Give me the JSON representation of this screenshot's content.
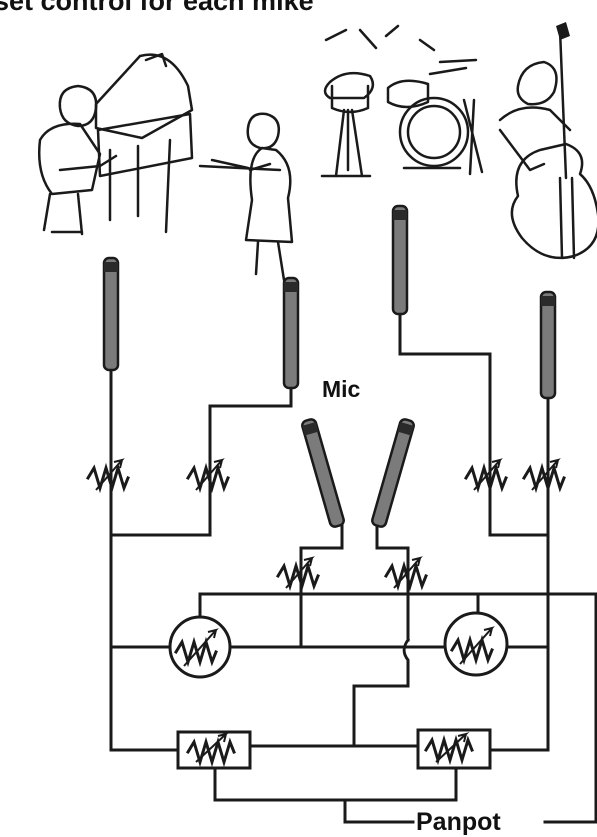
{
  "caption": "set control for each mike",
  "labels": {
    "mic": "Mic",
    "panpot": "Panpot"
  },
  "colors": {
    "line": "#1a1a1a",
    "mic_body": "#7b7b7b",
    "background": "#ffffff"
  }
}
